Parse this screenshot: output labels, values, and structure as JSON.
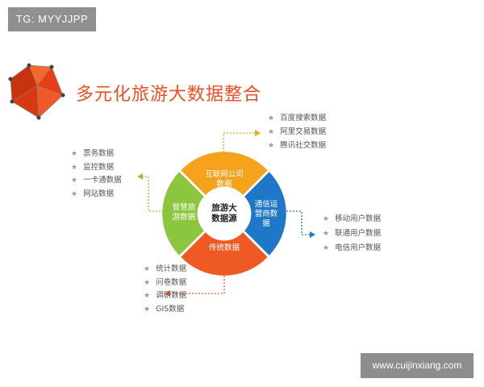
{
  "tag": "TG: MYYJJPP",
  "watermark": "www.cuijinxiang.com",
  "title": "多元化旅游大数据整合",
  "hub": [
    "旅游大",
    "数据源"
  ],
  "segments": {
    "top": [
      "互联网公司",
      "数据"
    ],
    "right": [
      "通信运",
      "营商数",
      "据"
    ],
    "bottom": [
      "传统数据"
    ],
    "left": [
      "智慧旅",
      "游数据"
    ]
  },
  "lists": {
    "top_left": [
      "票务数据",
      "监控数据",
      "一卡通数据",
      "网站数据"
    ],
    "top_right": [
      "百度搜索数据",
      "阿里交易数据",
      "腾讯社交数据"
    ],
    "right": [
      "移动用户数据",
      "联通用户数据",
      "电信用户数据"
    ],
    "bottom": [
      "统计数据",
      "问卷数据",
      "调研数据",
      "GIS数据"
    ]
  },
  "colors": {
    "top": "#f6a21c",
    "right": "#1f77c8",
    "bottom": "#ef5a24",
    "left": "#8cc63e",
    "title": "#ec4e22",
    "connector_left": "#8cc63e",
    "connector_right": "#1f77c8",
    "connector_top": "#f6a21c",
    "connector_bottom": "#ef5a24"
  },
  "icons": {
    "logo": "polygon-logo-icon",
    "bullet": "star-icon"
  }
}
